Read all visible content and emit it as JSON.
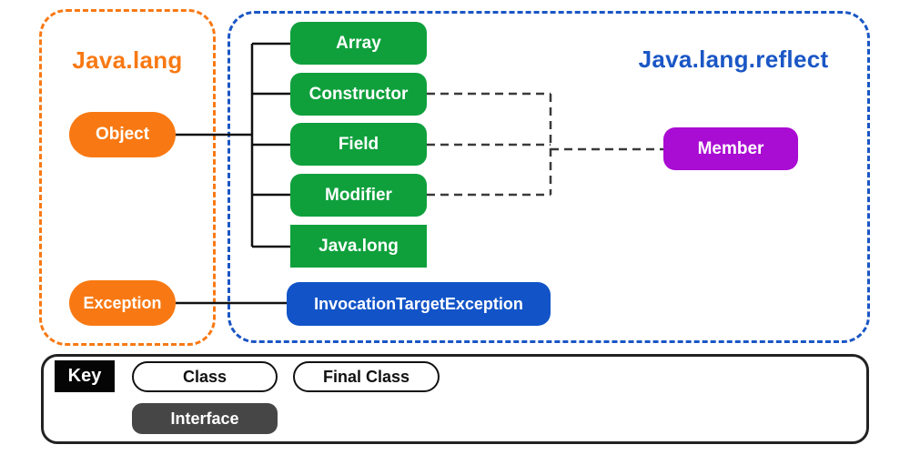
{
  "packages": {
    "java_lang": {
      "title": "Java.lang",
      "accent_color": "#F87913"
    },
    "java_lang_reflect": {
      "title": "Java.lang.reflect",
      "accent_color": "#1A56C5"
    }
  },
  "nodes": {
    "object": {
      "label": "Object"
    },
    "exception": {
      "label": "Exception"
    },
    "array": {
      "label": "Array"
    },
    "constructor": {
      "label": "Constructor"
    },
    "field": {
      "label": "Field"
    },
    "modifier": {
      "label": "Modifier"
    },
    "java_long": {
      "label": "Java.long"
    },
    "invocation_target_exception": {
      "label": "InvocationTargetException"
    },
    "member": {
      "label": "Member"
    }
  },
  "key": {
    "label": "Key",
    "items": [
      {
        "label": "Class"
      },
      {
        "label": "Final Class"
      },
      {
        "label": "Interface"
      }
    ]
  },
  "colors": {
    "orange": "#F87913",
    "green": "#0FA03C",
    "blue": "#1254C8",
    "purple": "#A90CD2",
    "connector_solid": "#111111",
    "connector_dashed": "#3A3A3A"
  }
}
